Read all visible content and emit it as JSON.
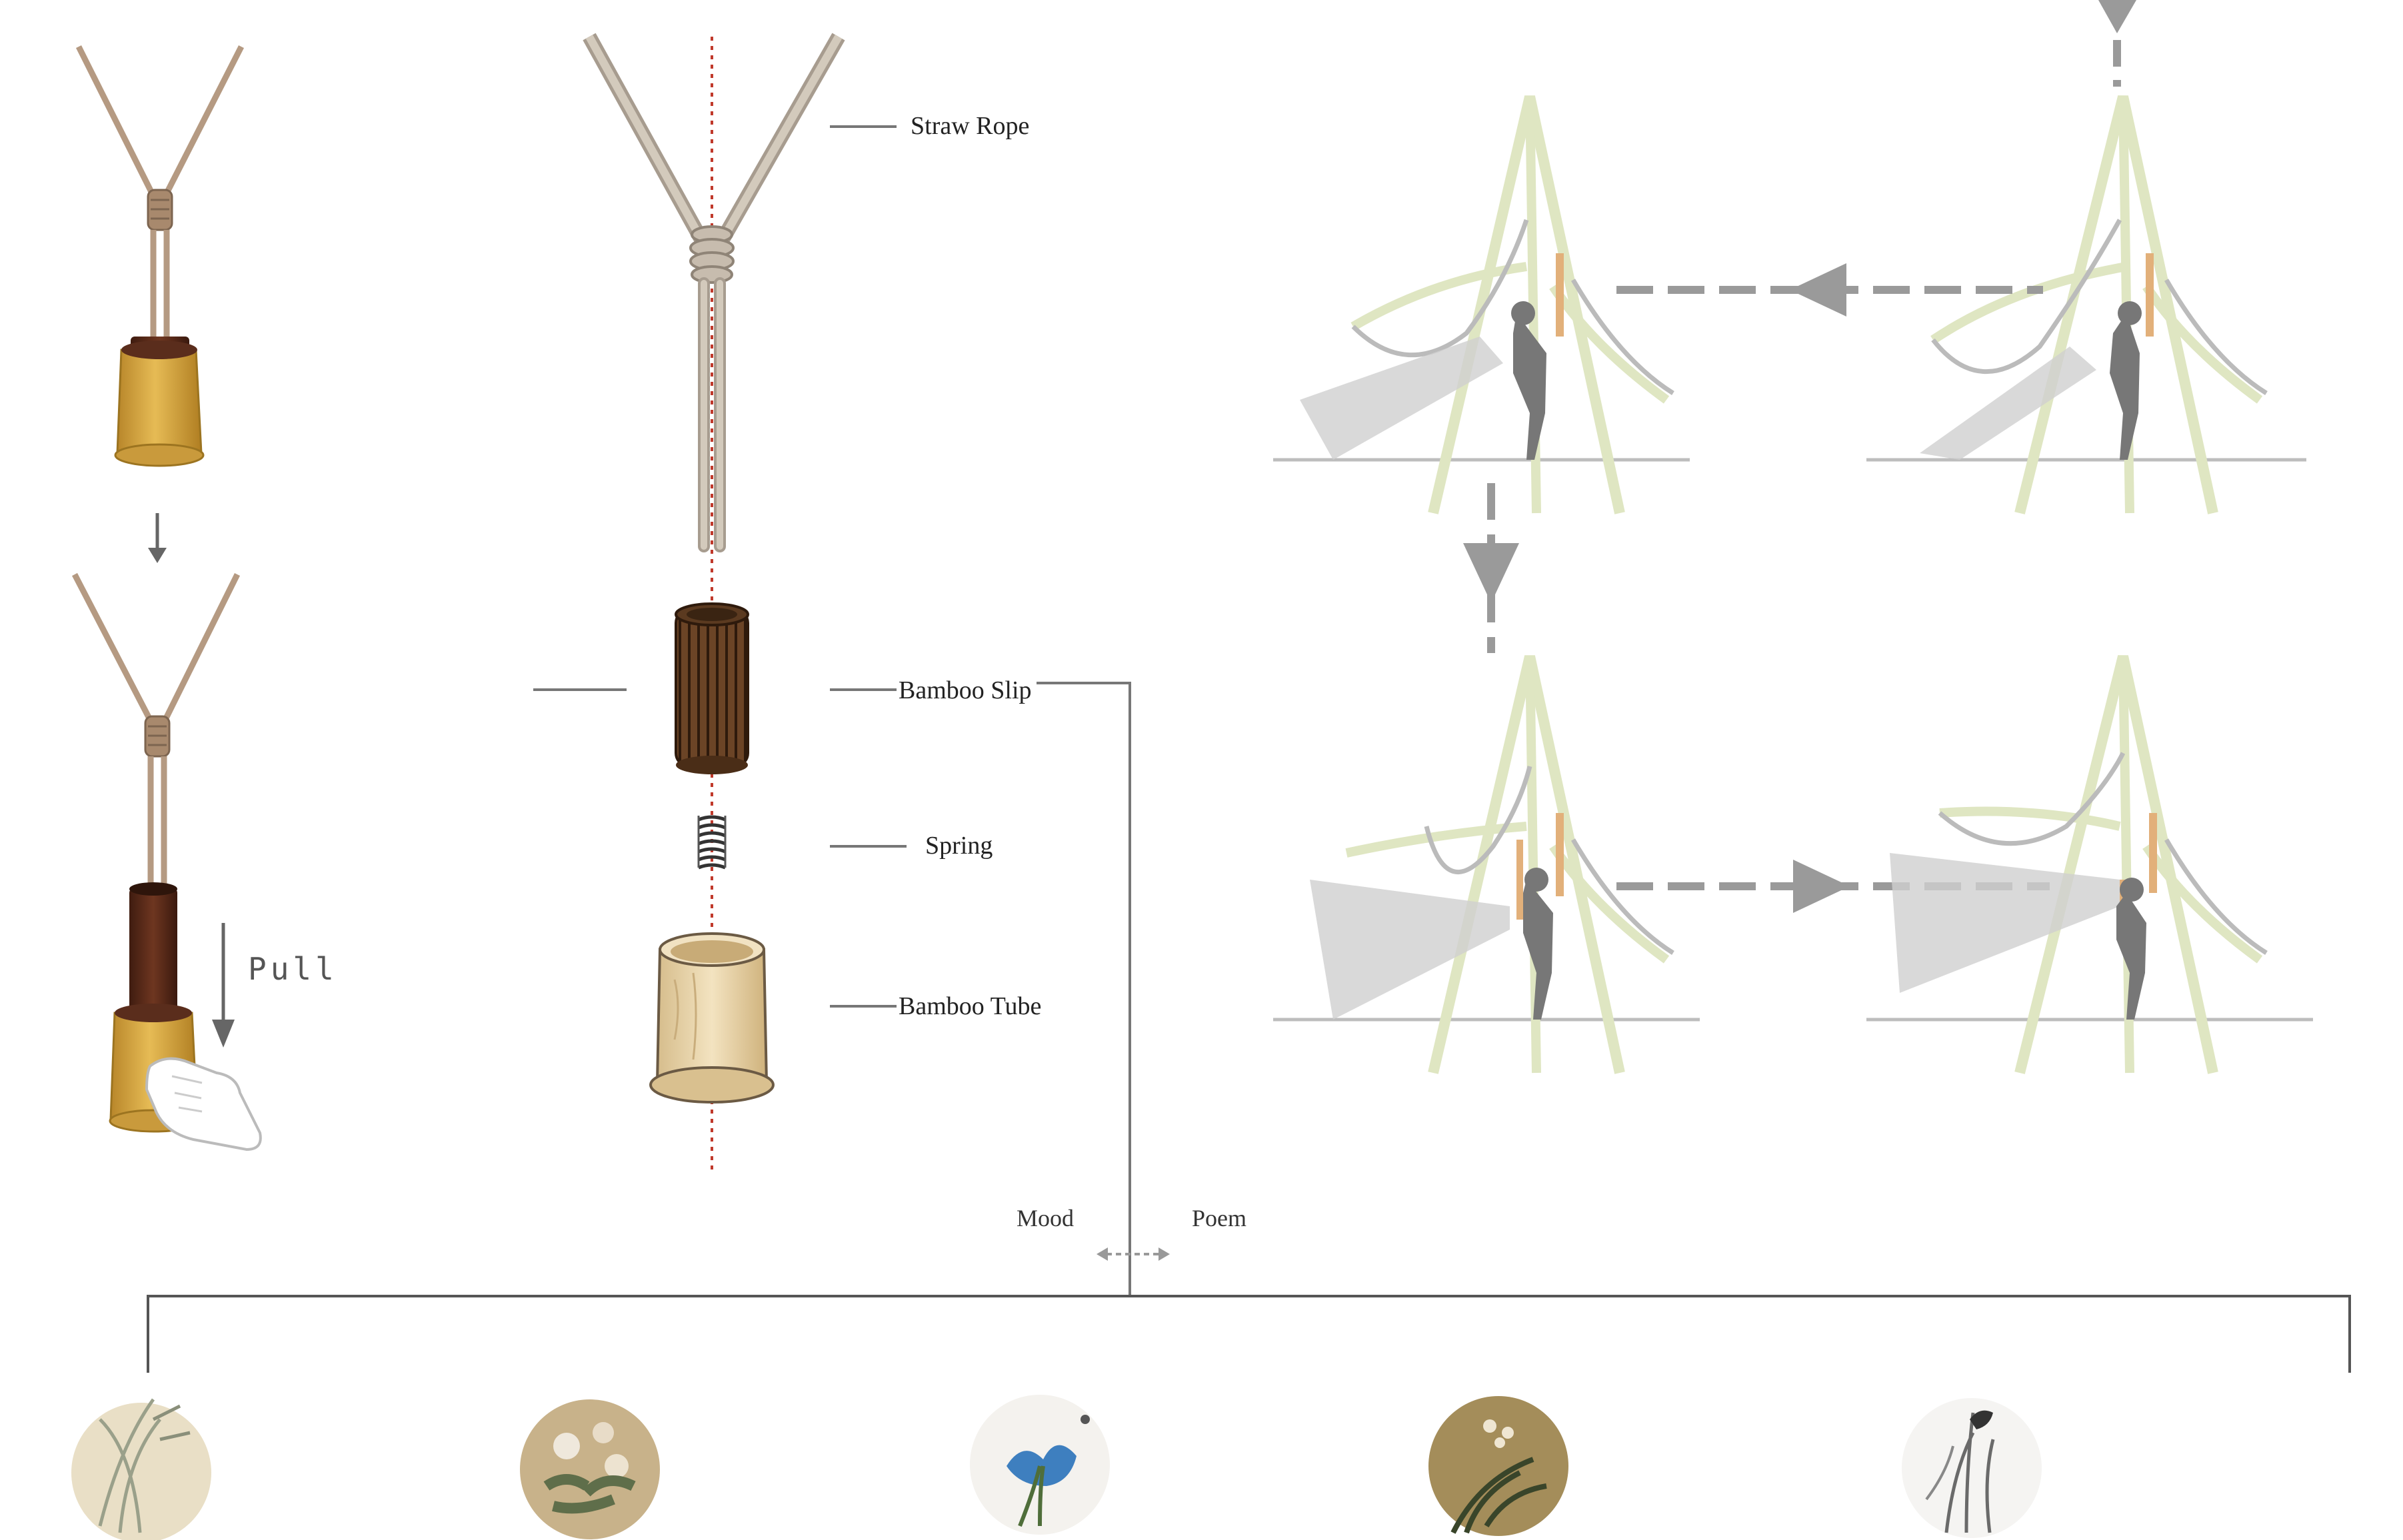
{
  "labels": {
    "straw_rope": "Straw Rope",
    "bamboo_slip": "Bamboo Slip",
    "spring": "Spring",
    "bamboo_tube": "Bamboo Tube",
    "pull": "Pull",
    "mood": "Mood",
    "poem": "Poem"
  },
  "paintings": [
    {
      "name": "grass-painting"
    },
    {
      "name": "chrysanthemum-painting"
    },
    {
      "name": "blue-iris-painting"
    },
    {
      "name": "orchid-painting"
    },
    {
      "name": "bird-on-reed-painting"
    }
  ],
  "colors": {
    "rope": "#b59a82",
    "bamboo_gold": "#d4a53a",
    "bamboo_light": "#e8d3a6",
    "dark_wood": "#5a2d1c",
    "frame_green": "#dfe6c2",
    "beam_gray": "#bdbdbd",
    "arrow_gray": "#9a9a9a",
    "axis_red": "#c0392b"
  }
}
